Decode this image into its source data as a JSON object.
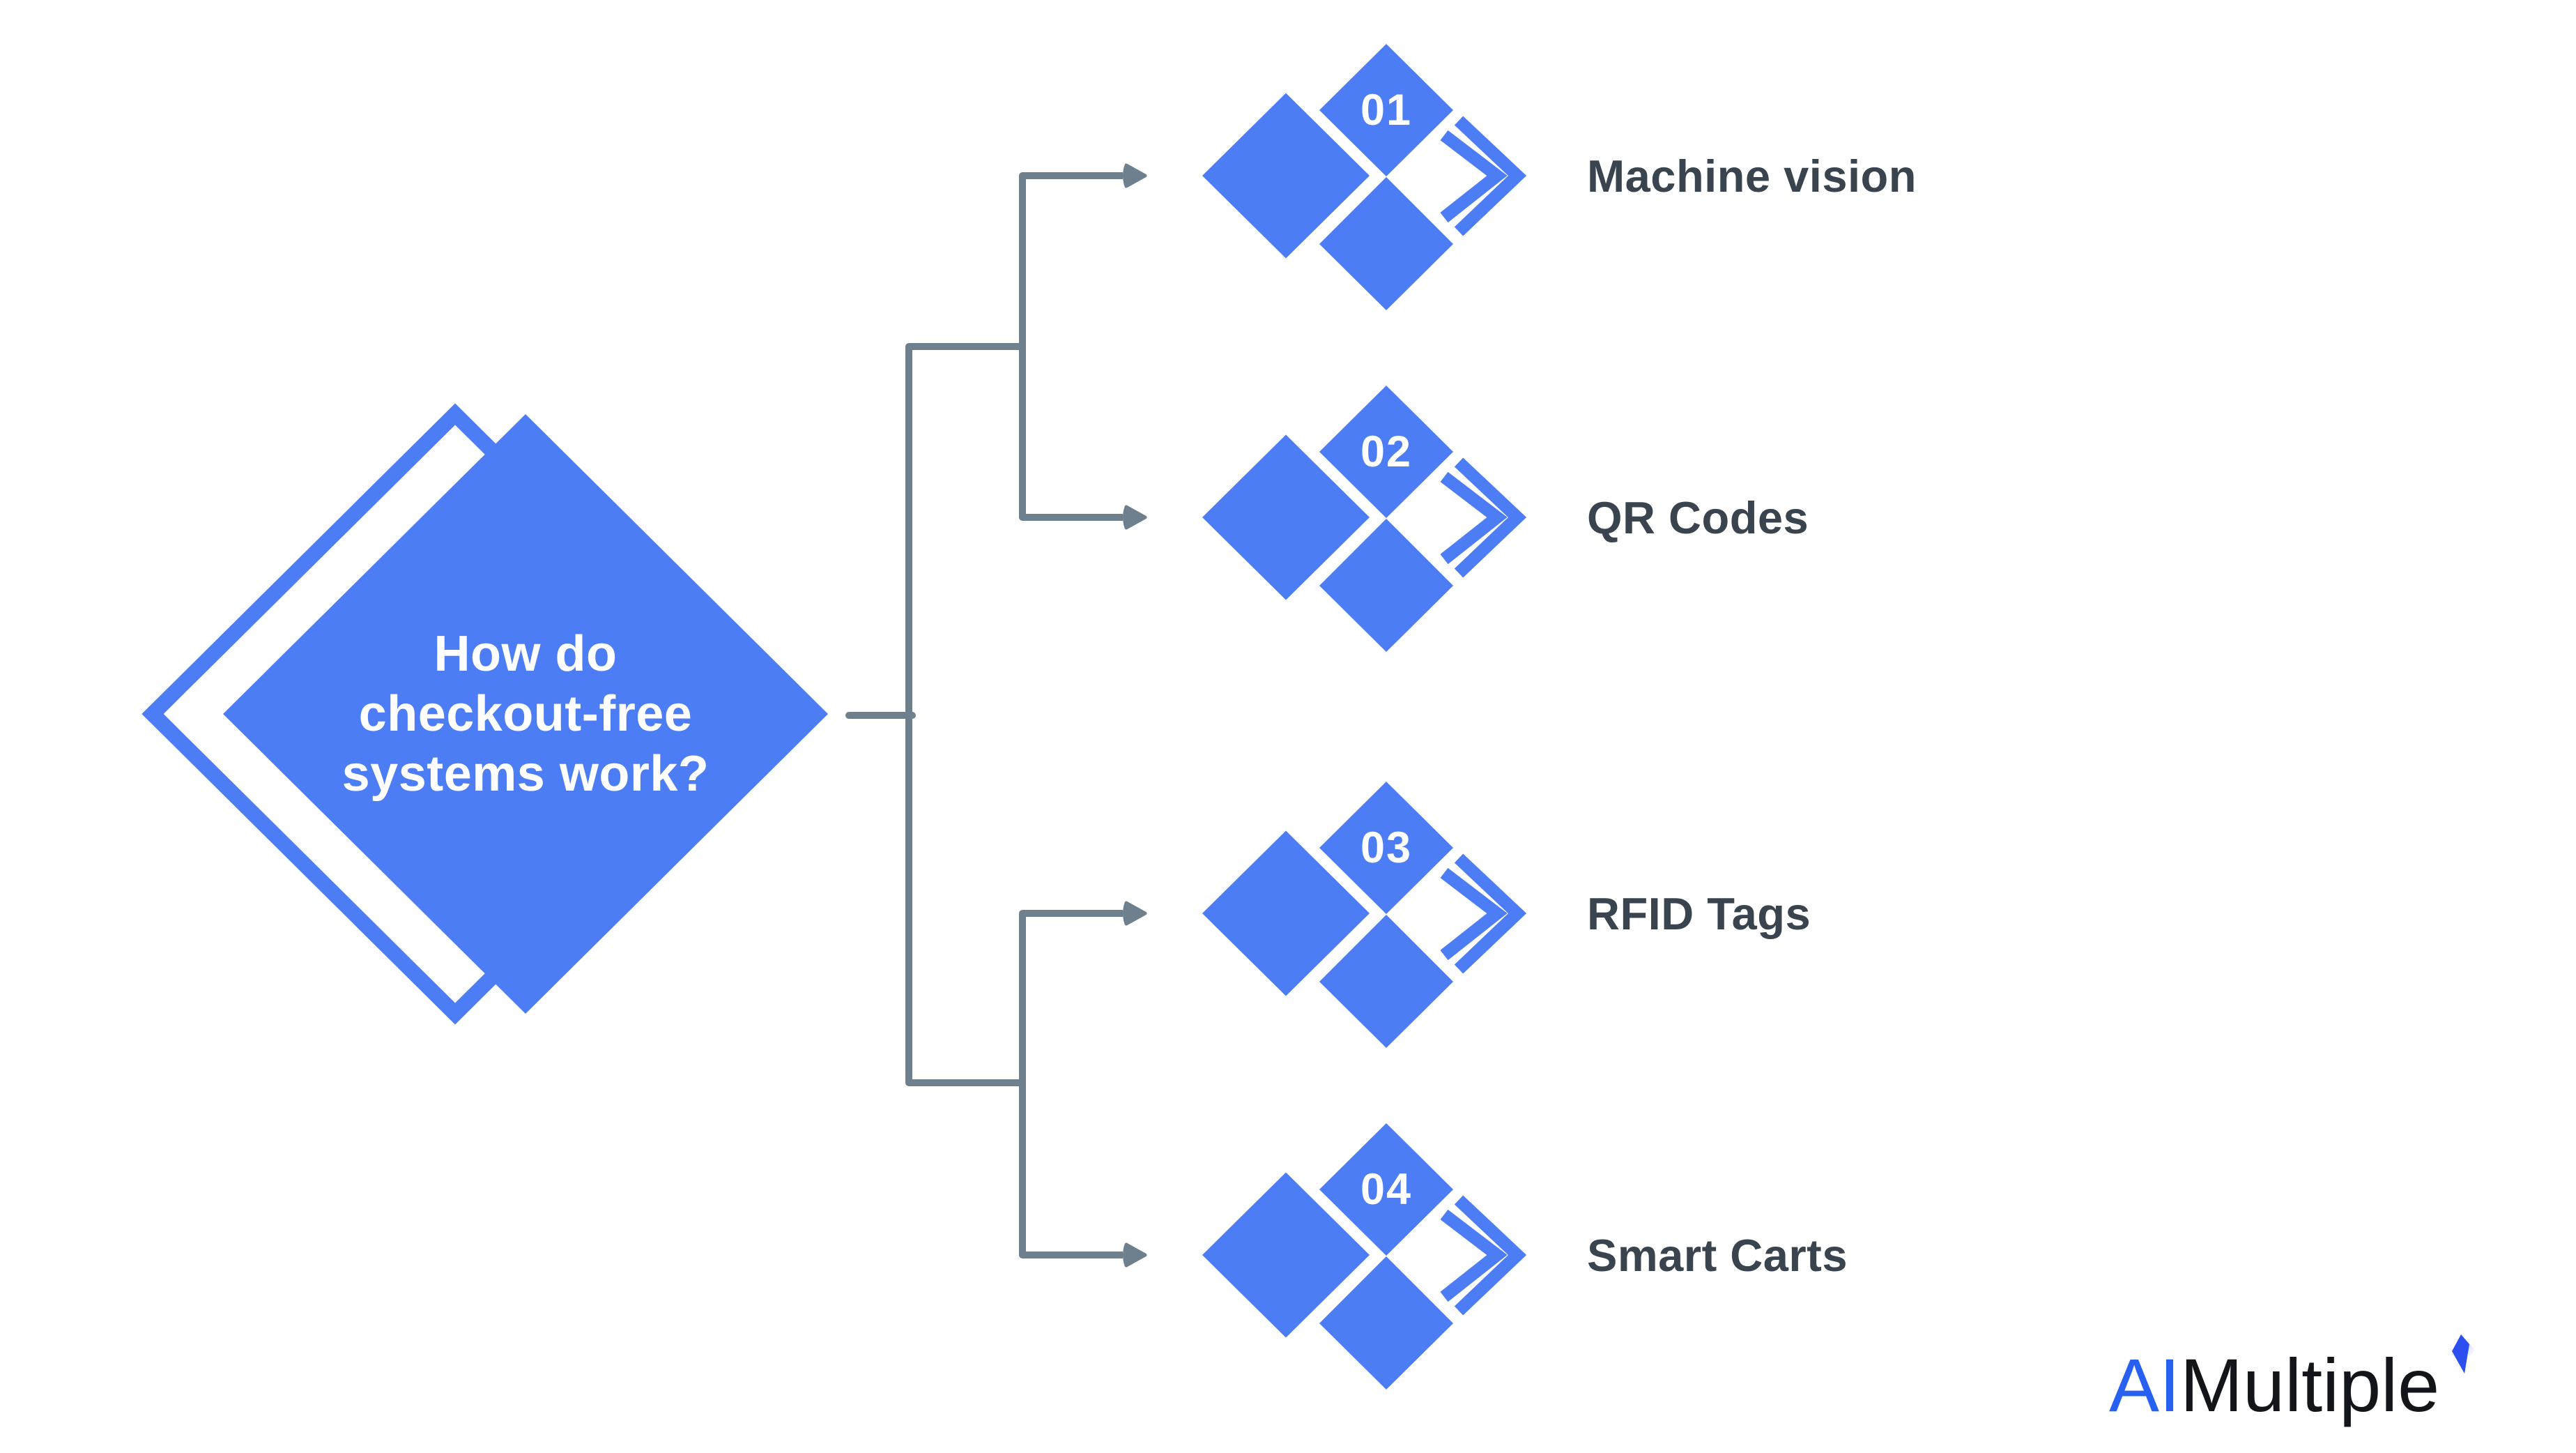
{
  "title": {
    "question": "How do\ncheckout-free\nsystems work?"
  },
  "nodes": [
    {
      "num": "01",
      "label": "Machine vision"
    },
    {
      "num": "02",
      "label": "QR Codes"
    },
    {
      "num": "03",
      "label": "RFID Tags"
    },
    {
      "num": "04",
      "label": "Smart Carts"
    }
  ],
  "logo": {
    "prefix": "AI",
    "suffix": "Multiple"
  },
  "colors": {
    "diamond_blue": "#4D7DF5",
    "connector_slate": "#6E7F8E",
    "label_dark": "#39444E",
    "logo_blue": "#2761F3",
    "logo_black": "#121519",
    "background": "#FFFFFF"
  }
}
